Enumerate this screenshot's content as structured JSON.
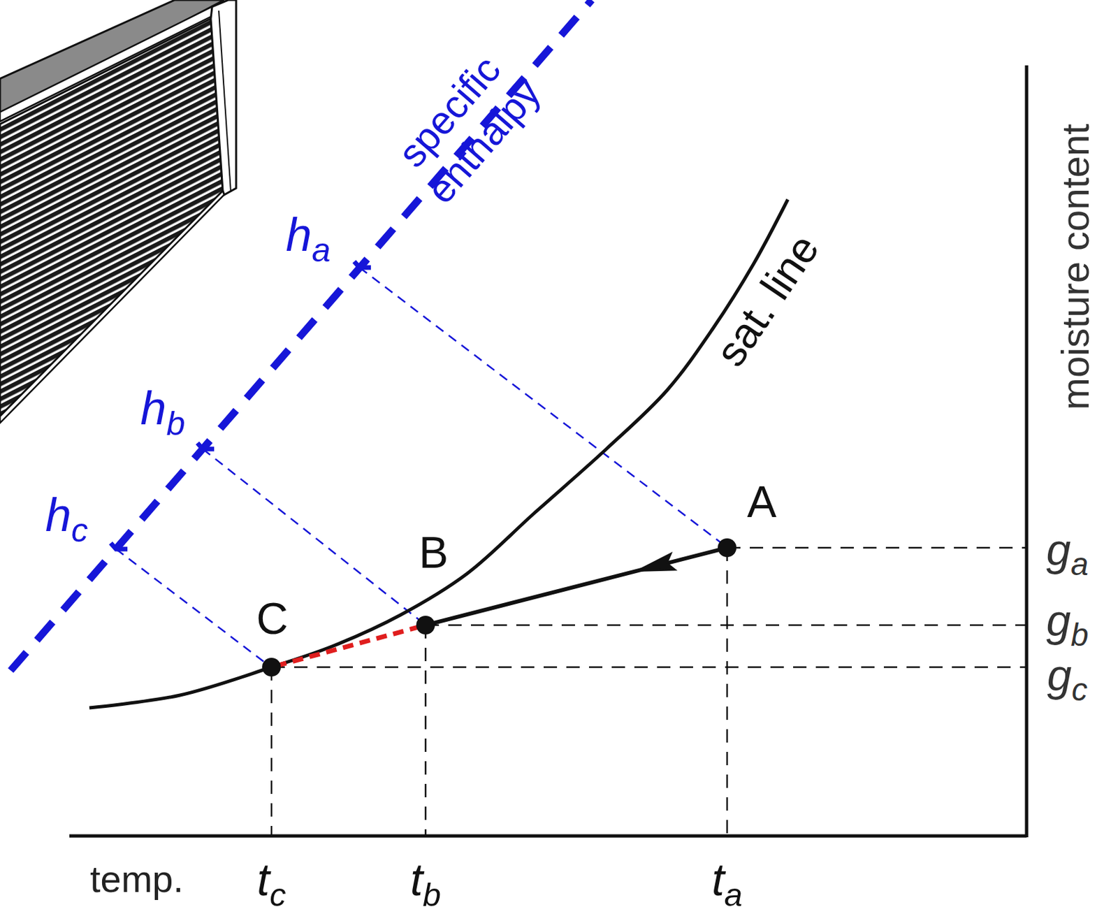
{
  "diagram": {
    "nodes": [
      {
        "text": [
          "A"
        ]
      },
      {
        "text": [
          "B"
        ]
      },
      {
        "text": [
          "C"
        ]
      }
    ],
    "edges": [
      {
        "from": 0,
        "to": 1,
        "arrow": "to"
      },
      {
        "from": 1,
        "to": 2,
        "arrow": "none"
      }
    ],
    "labels": [
      "specific enthalpy",
      "ha",
      "hb",
      "hc",
      "sat. line",
      "ga",
      "gb",
      "gc",
      "moisture content",
      "temp.",
      "tc",
      "tb",
      "ta"
    ]
  }
}
